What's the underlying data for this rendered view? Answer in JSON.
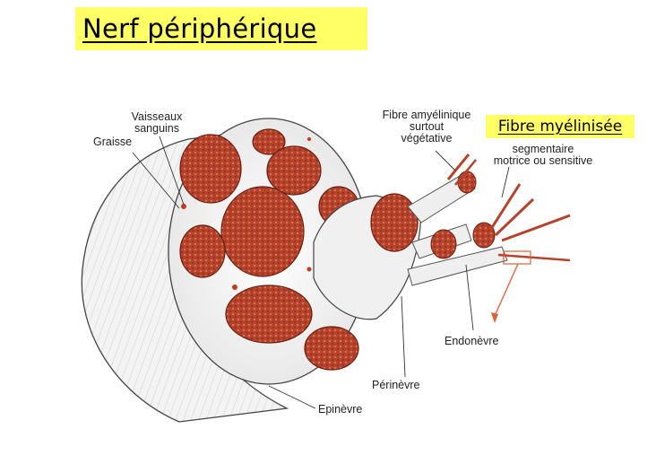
{
  "title": "Nerf périphérique",
  "callout": "Fibre myélinisée",
  "labels": {
    "vaisseaux_line1": "Vaisseaux",
    "vaisseaux_line2": "sanguins",
    "graisse": "Graisse",
    "amyelinique_line1": "Fibre amyélinique",
    "amyelinique_line2": "surtout",
    "amyelinique_line3": "végétative",
    "segmentaire_line1": "segmentaire",
    "segmentaire_line2": "motrice ou sensitive",
    "endonevre": "Endonèvre",
    "perinevre": "Périnèvre",
    "epinevre": "Epinèvre"
  },
  "colors": {
    "title_highlight": "#ffff66",
    "fascicle": "#b5432c",
    "fascicle_dark": "#7a2414",
    "sheath": "#e9e9e9",
    "line": "#333333",
    "arrow": "#d9603a"
  }
}
